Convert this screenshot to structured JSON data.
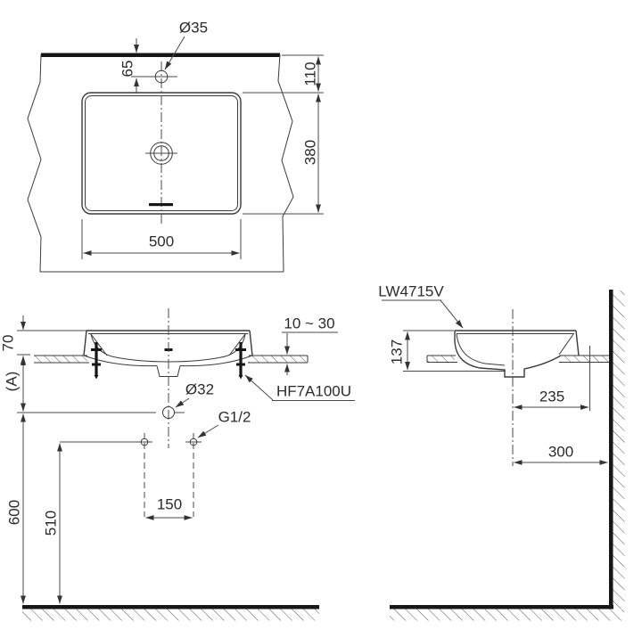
{
  "top_view": {
    "faucet_hole_diameter": "Ø35",
    "faucet_center_from_wall": "65",
    "wall_to_basin_front": "110",
    "basin_depth": "380",
    "basin_width": "500"
  },
  "front_view": {
    "rim_above_counter": "70",
    "counter_to_drain": "(A)",
    "counter_thickness_range": "10 ~ 30",
    "fixing_bolt_model": "HF7A100U",
    "drain_hole_diameter": "Ø32",
    "supply_thread": "G1/2",
    "supply_hole_spacing": "150",
    "supply_height_from_floor": "510",
    "drain_height_from_floor": "600"
  },
  "side_view": {
    "product_model": "LW4715V",
    "basin_height": "137",
    "drain_center_to_wall_offset": "235",
    "center_to_wall": "300"
  }
}
